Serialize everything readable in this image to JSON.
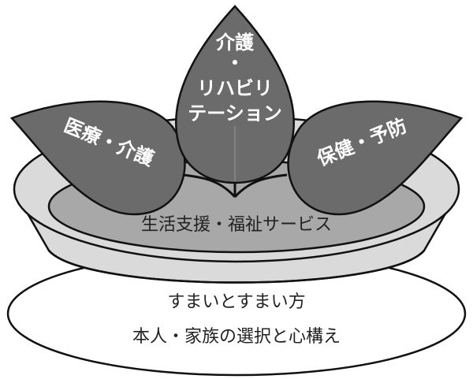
{
  "leaves": {
    "center": [
      "介護",
      "・",
      "リハビリ",
      "テーション"
    ],
    "left": "医療・介護",
    "right": "保健・予防"
  },
  "soil": "生活支援・福祉サービス",
  "saucer": [
    "すまいとすまい方",
    "本人・家族の選択と心構え"
  ],
  "colors": {
    "leaf": "#6b6b6b",
    "soil": "#a8a8a8",
    "pot": "#dadada",
    "saucer": "#ffffff"
  }
}
